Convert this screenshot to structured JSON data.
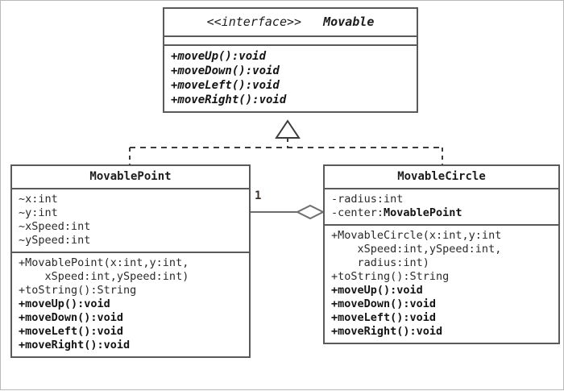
{
  "diagram": {
    "kind": "uml-class-diagram",
    "colors": {
      "border": "#5a5a5a",
      "outer_border": "#b9b9b9",
      "line": "#6e6e6e",
      "text": "#1c1c1c",
      "background": "#ffffff"
    }
  },
  "interface": {
    "stereotype": "<<interface>>",
    "name": "Movable",
    "attributes": [],
    "methods": [
      "+moveUp():void",
      "+moveDown():void",
      "+moveLeft():void",
      "+moveRight():void"
    ]
  },
  "movable_point": {
    "name": "MovablePoint",
    "attributes": [
      "~x:int",
      "~y:int",
      "~xSpeed:int",
      "~ySpeed:int"
    ],
    "methods": [
      {
        "text": "+MovablePoint(x:int,y:int,",
        "bold": false
      },
      {
        "text": "    xSpeed:int,ySpeed:int)",
        "bold": false
      },
      {
        "text": "+toString():String",
        "bold": false
      },
      {
        "text": "+moveUp():void",
        "bold": true
      },
      {
        "text": "+moveDown():void",
        "bold": true
      },
      {
        "text": "+moveLeft():void",
        "bold": true
      },
      {
        "text": "+moveRight():void",
        "bold": true
      }
    ]
  },
  "movable_circle": {
    "name": "MovableCircle",
    "attributes": [
      {
        "prefix": "-radius:int",
        "bold_suffix": ""
      },
      {
        "prefix": "-center:",
        "bold_suffix": "MovablePoint"
      }
    ],
    "methods": [
      {
        "text": "+MovableCircle(x:int,y:int",
        "bold": false
      },
      {
        "text": "    xSpeed:int,ySpeed:int,",
        "bold": false
      },
      {
        "text": "    radius:int)",
        "bold": false
      },
      {
        "text": "+toString():String",
        "bold": false
      },
      {
        "text": "+moveUp():void",
        "bold": true
      },
      {
        "text": "+moveDown():void",
        "bold": true
      },
      {
        "text": "+moveLeft():void",
        "bold": true
      },
      {
        "text": "+moveRight():void",
        "bold": true
      }
    ]
  },
  "relationships": {
    "realization": {
      "type": "realization",
      "line_style": "dashed",
      "arrow": "hollow-triangle",
      "from": [
        "MovablePoint",
        "MovableCircle"
      ],
      "to": "Movable"
    },
    "aggregation": {
      "type": "aggregation",
      "line_style": "solid",
      "arrow": "hollow-diamond",
      "from": "MovableCircle",
      "to": "MovablePoint",
      "multiplicity_label": "1"
    }
  }
}
